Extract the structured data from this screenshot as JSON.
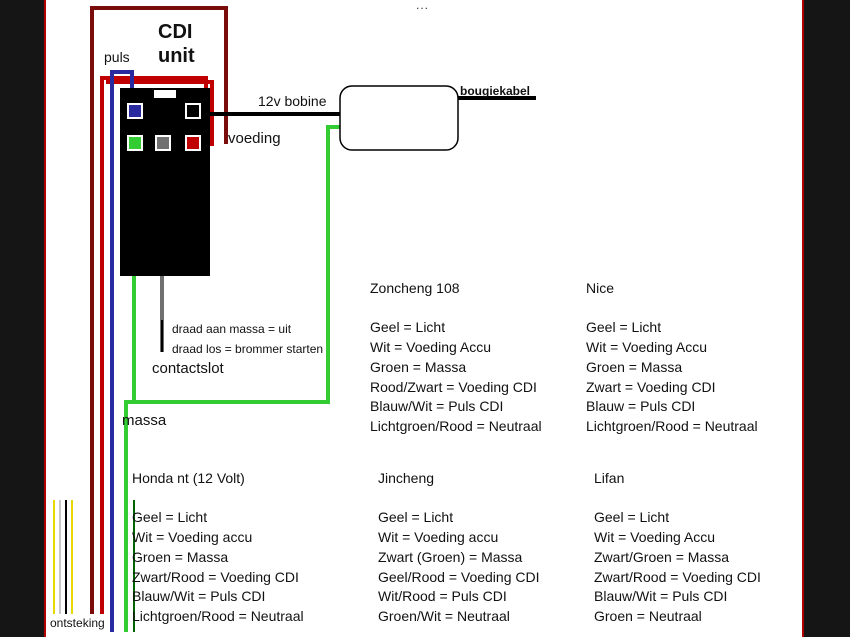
{
  "top_indicator": "...",
  "cdi": {
    "title_line1": "CDI",
    "title_line2": "unit"
  },
  "labels": {
    "puls": "puls",
    "bobine": "12v bobine",
    "bougiekabel": "bougiekabel",
    "voeding": "voeding",
    "massa_note1": "draad aan massa = uit",
    "massa_note2": "draad los = brommer starten",
    "contactslot": "contactslot",
    "massa": "massa",
    "ontsteking": "ontsteking"
  },
  "wire_colors": {
    "red": "#c00000",
    "dark_red": "#7a0c0c",
    "blue": "#2a2aa0",
    "green": "#33cc33",
    "gray": "#707070",
    "black": "#000000",
    "yellow": "#e6d800",
    "dark_green": "#006400"
  },
  "tables": [
    {
      "name": "Zoncheng 108",
      "lines": [
        "Geel = Licht",
        "Wit = Voeding Accu",
        "Groen = Massa",
        "Rood/Zwart = Voeding CDI",
        "Blauw/Wit = Puls CDI",
        "Lichtgroen/Rood = Neutraal"
      ]
    },
    {
      "name": "Nice",
      "lines": [
        "Geel = Licht",
        "Wit = Voeding Accu",
        "Groen = Massa",
        "Zwart = Voeding CDI",
        "Blauw = Puls CDI",
        "Lichtgroen/Rood = Neutraal"
      ]
    },
    {
      "name": "Honda nt (12 Volt)",
      "lines": [
        "Geel = Licht",
        "Wit = Voeding accu",
        "Groen = Massa",
        "Zwart/Rood = Voeding CDI",
        "Blauw/Wit = Puls CDI",
        "Lichtgroen/Rood = Neutraal"
      ]
    },
    {
      "name": "Jincheng",
      "lines": [
        "Geel = Licht",
        "Wit = Voeding accu",
        "Zwart (Groen) = Massa",
        "Geel/Rood = Voeding CDI",
        "Wit/Rood = Puls CDI",
        "Groen/Wit = Neutraal"
      ]
    },
    {
      "name": "Lifan",
      "lines": [
        "Geel = Licht",
        "Wit = Voeding Accu",
        "Zwart/Groen = Massa",
        "Zwart/Rood = Voeding CDI",
        "Blauw/Wit = Puls CDI",
        "Groen = Neutraal"
      ]
    }
  ]
}
